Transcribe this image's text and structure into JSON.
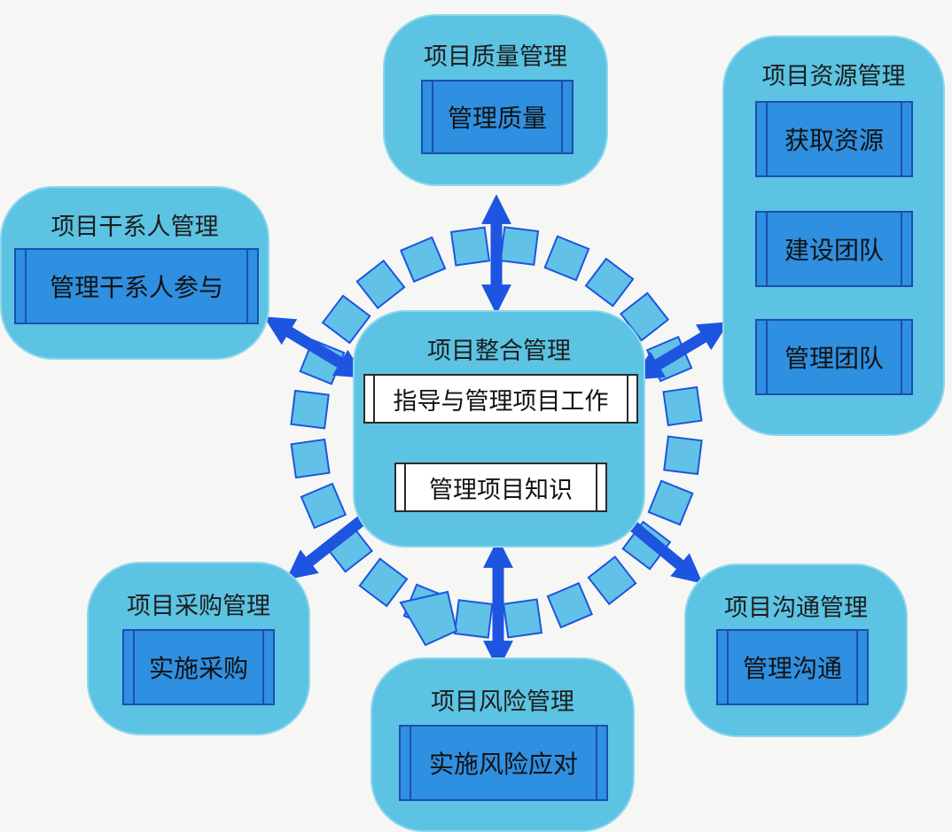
{
  "center": {
    "title": "项目整合管理",
    "processes": [
      "指导与管理项目工作",
      "管理项目知识"
    ]
  },
  "areas": {
    "quality": {
      "title": "项目质量管理",
      "processes": [
        "管理质量"
      ]
    },
    "resource": {
      "title": "项目资源管理",
      "processes": [
        "获取资源",
        "建设团队",
        "管理团队"
      ]
    },
    "stakeholder": {
      "title": "项目干系人管理",
      "processes": [
        "管理干系人参与"
      ]
    },
    "procurement": {
      "title": "项目采购管理",
      "processes": [
        "实施采购"
      ]
    },
    "risk": {
      "title": "项目风险管理",
      "processes": [
        "实施风险应对"
      ]
    },
    "communication": {
      "title": "项目沟通管理",
      "processes": [
        "管理沟通"
      ]
    }
  },
  "colors": {
    "cloud_fill": "#5cc3e3",
    "process_fill": "#2f8fe0",
    "arrow": "#1d55e0",
    "ring_tile": "#62c1e7"
  },
  "icons": [
    "double-arrow-icon",
    "cycle-arrowhead-icon"
  ]
}
